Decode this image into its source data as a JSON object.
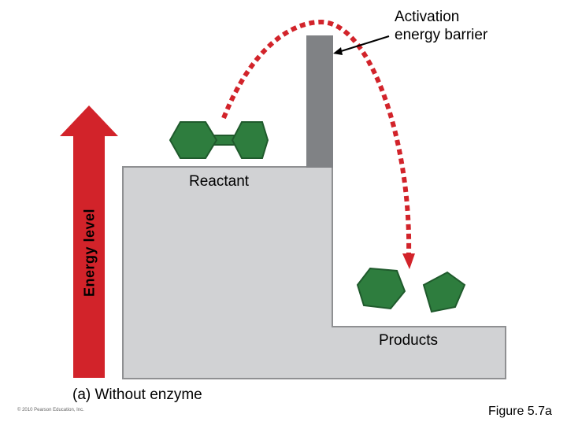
{
  "labels": {
    "activation_line1": "Activation",
    "activation_line2": "energy barrier",
    "reactant": "Reactant",
    "products": "Products",
    "energy_level": "Energy level",
    "caption": "(a) Without enzyme",
    "figure": "Figure 5.7a",
    "copyright": "© 2010 Pearson Education, Inc."
  },
  "colors": {
    "arrow": "#d2232a",
    "block": "#d1d2d4",
    "block_border": "#8f9092",
    "barrier": "#808285",
    "molecule": "#2e7d3e",
    "molecule_dark": "#1f5a2c",
    "dash": "#d2232a"
  }
}
